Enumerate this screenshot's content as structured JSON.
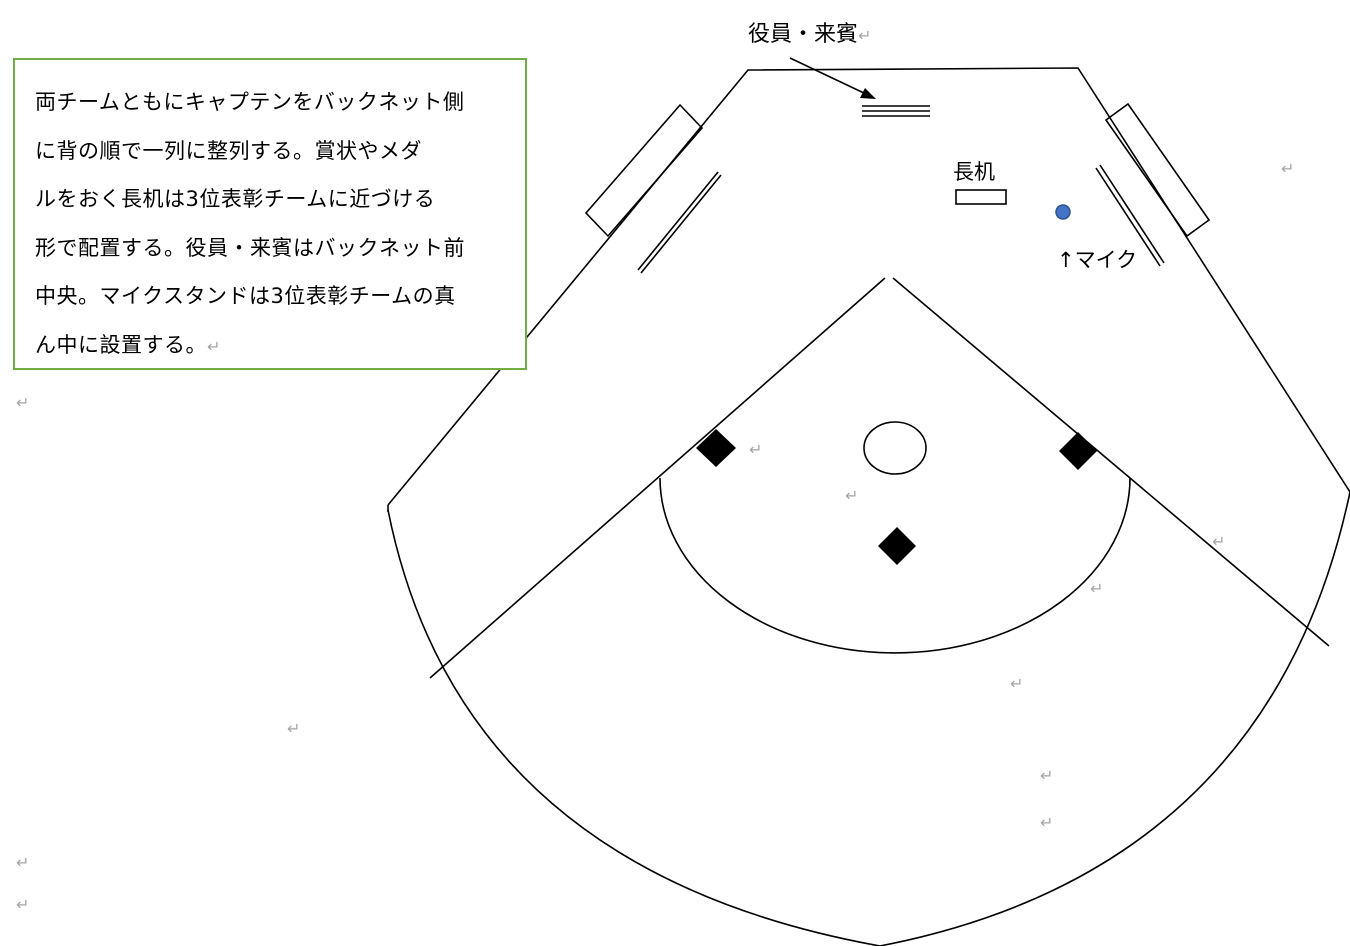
{
  "note": {
    "lines": [
      "両チームともにキャプテンをバックネット側",
      "に背の順で一列に整列する。賞状やメダ",
      "ルをおく長机は3位表彰チームに近づける",
      "形で配置する。役員・来賓はバックネット前",
      "中央。マイクスタンドは3位表彰チームの真",
      "ん中に設置する。"
    ]
  },
  "labels": {
    "officials": "役員・来賓",
    "long_desk": "長机",
    "mic": "↑マイク"
  },
  "marks": {
    "return_glyph": "↵"
  },
  "colors": {
    "note_border": "#70ad47",
    "mic_fill": "#4472c4",
    "mic_stroke": "#2f528f",
    "return_mark": "#a6a6a6"
  }
}
